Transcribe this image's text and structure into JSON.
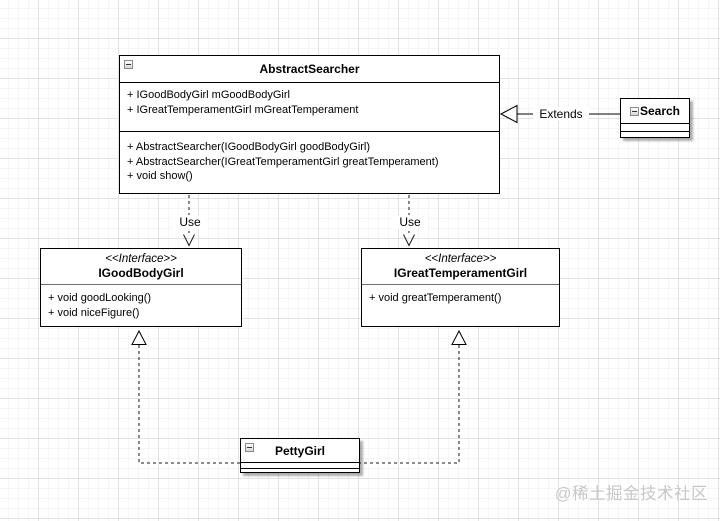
{
  "watermark": "@稀土掘金技术社区",
  "colors": {
    "stroke": "#000000",
    "box_fill": "#ffffff",
    "grid_minor": "#f6f4f4",
    "grid_major": "#e3e1e1",
    "watermark_text": "#c8c8c8"
  },
  "classes": {
    "abstract_searcher": {
      "name": "AbstractSearcher",
      "fields": [
        "+ IGoodBodyGirl mGoodBodyGirl",
        "+ IGreatTemperamentGirl mGreatTemperament"
      ],
      "methods": [
        "+ AbstractSearcher(IGoodBodyGirl goodBodyGirl)",
        "+ AbstractSearcher(IGreatTemperamentGirl greatTemperament)",
        "+ void show()"
      ]
    },
    "search": {
      "name": "Search"
    },
    "i_good_body_girl": {
      "stereotype": "<<Interface>>",
      "name": "IGoodBodyGirl",
      "methods": [
        "+ void goodLooking()",
        "+ void niceFigure()"
      ]
    },
    "i_great_temperament_girl": {
      "stereotype": "<<Interface>>",
      "name": "IGreatTemperamentGirl",
      "methods": [
        "+ void greatTemperament()"
      ]
    },
    "petty_girl": {
      "name": "PettyGirl"
    }
  },
  "connectors": {
    "extends": {
      "label": "Extends",
      "type": "generalization",
      "from": "Search",
      "to": "AbstractSearcher"
    },
    "use_left": {
      "label": "Use",
      "type": "dependency",
      "from": "AbstractSearcher",
      "to": "IGoodBodyGirl"
    },
    "use_right": {
      "label": "Use",
      "type": "dependency",
      "from": "AbstractSearcher",
      "to": "IGreatTemperamentGirl"
    },
    "impl_left": {
      "type": "realization",
      "from": "PettyGirl",
      "to": "IGoodBodyGirl"
    },
    "impl_right": {
      "type": "realization",
      "from": "PettyGirl",
      "to": "IGreatTemperamentGirl"
    }
  }
}
